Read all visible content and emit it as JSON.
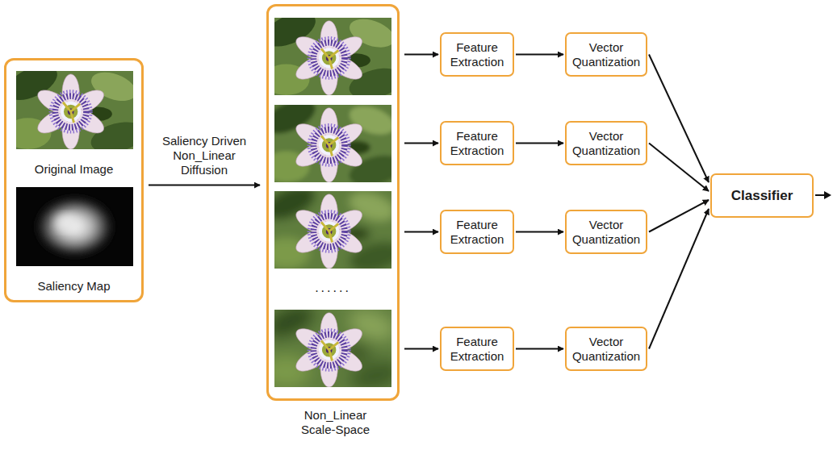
{
  "diagram": {
    "nodes": [
      {
        "text": [
          "Original Image",
          "Saliency Map"
        ]
      },
      {
        "text": [
          "Non_Linear Scale-Space"
        ]
      },
      {
        "text": [
          "Feature Extraction"
        ]
      },
      {
        "text": [
          "Vector Quantization"
        ]
      },
      {
        "text": [
          "Feature Extraction"
        ]
      },
      {
        "text": [
          "Vector Quantization"
        ]
      },
      {
        "text": [
          "Feature Extraction"
        ]
      },
      {
        "text": [
          "Vector Quantization"
        ]
      },
      {
        "text": [
          "Feature Extraction"
        ]
      },
      {
        "text": [
          "Vector Quantization"
        ]
      },
      {
        "text": [
          "Classifier"
        ]
      }
    ],
    "edges": [
      {
        "from": 0,
        "to": 1,
        "arrow": "to",
        "label": "Saliency Driven Non_Linear Diffusion"
      },
      {
        "from": 1,
        "to": 2,
        "arrow": "to"
      },
      {
        "from": 1,
        "to": 4,
        "arrow": "to"
      },
      {
        "from": 1,
        "to": 6,
        "arrow": "to"
      },
      {
        "from": 1,
        "to": 8,
        "arrow": "to"
      },
      {
        "from": 2,
        "to": 3,
        "arrow": "to"
      },
      {
        "from": 4,
        "to": 5,
        "arrow": "to"
      },
      {
        "from": 6,
        "to": 7,
        "arrow": "to"
      },
      {
        "from": 8,
        "to": 9,
        "arrow": "to"
      },
      {
        "from": 3,
        "to": 10,
        "arrow": "to"
      },
      {
        "from": 5,
        "to": 10,
        "arrow": "to"
      },
      {
        "from": 7,
        "to": 10,
        "arrow": "to"
      },
      {
        "from": 9,
        "to": 10,
        "arrow": "to"
      }
    ],
    "labels": [
      "......"
    ]
  }
}
